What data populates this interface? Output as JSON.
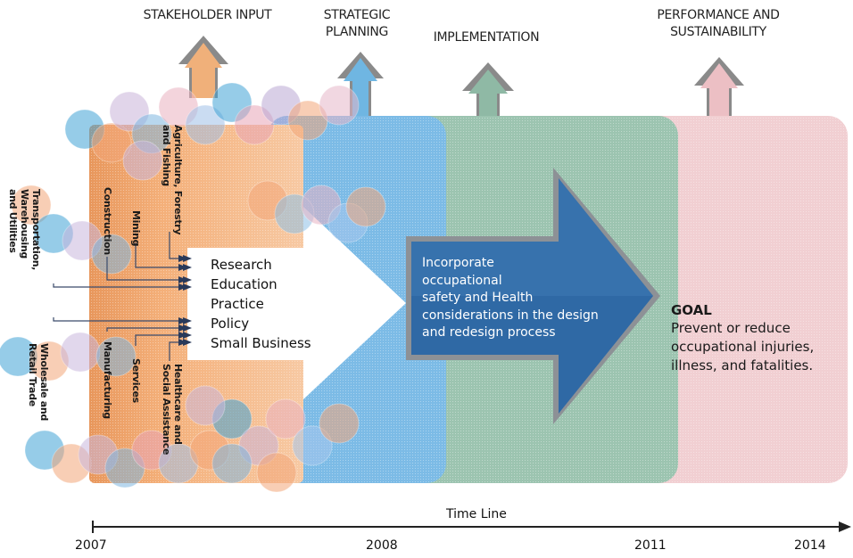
{
  "phases": [
    {
      "label_lines": [
        "STAKEHOLDER INPUT"
      ],
      "color": "#f3b27a"
    },
    {
      "label_lines": [
        "STRATEGIC",
        "PLANNING"
      ],
      "color": "#6fb6e2"
    },
    {
      "label_lines": [
        "IMPLEMENTATION"
      ],
      "color": "#8fb9a5"
    },
    {
      "label_lines": [
        "PERFORMANCE AND",
        "SUSTAINABILITY"
      ],
      "color": "#ecbfc4"
    }
  ],
  "sectors": [
    {
      "lines": [
        "Transportation,",
        "Warehousing",
        "and Utilities"
      ]
    },
    {
      "lines": [
        "Construction"
      ]
    },
    {
      "lines": [
        "Mining"
      ]
    },
    {
      "lines": [
        "Agriculture, Forestry",
        "and Fishing"
      ]
    },
    {
      "lines": [
        "Wholesale and",
        "Retail Trade"
      ]
    },
    {
      "lines": [
        "Manufacturing"
      ]
    },
    {
      "lines": [
        "Services"
      ]
    },
    {
      "lines": [
        "Healthcare and",
        "Social Assistance"
      ]
    }
  ],
  "input_list": [
    "Research",
    "Education",
    "Practice",
    "Policy",
    "Small Business"
  ],
  "process_lines": [
    "Incorporate",
    "occupational",
    "safety and Health",
    "considerations in the design",
    "and redesign process"
  ],
  "goal": {
    "title": "GOAL",
    "lines": [
      "Prevent or reduce",
      "occupational injuries,",
      "illness, and fatalities."
    ]
  },
  "timeline": {
    "label": "Time Line",
    "years": [
      "2007",
      "2008",
      "2011",
      "2014"
    ]
  }
}
